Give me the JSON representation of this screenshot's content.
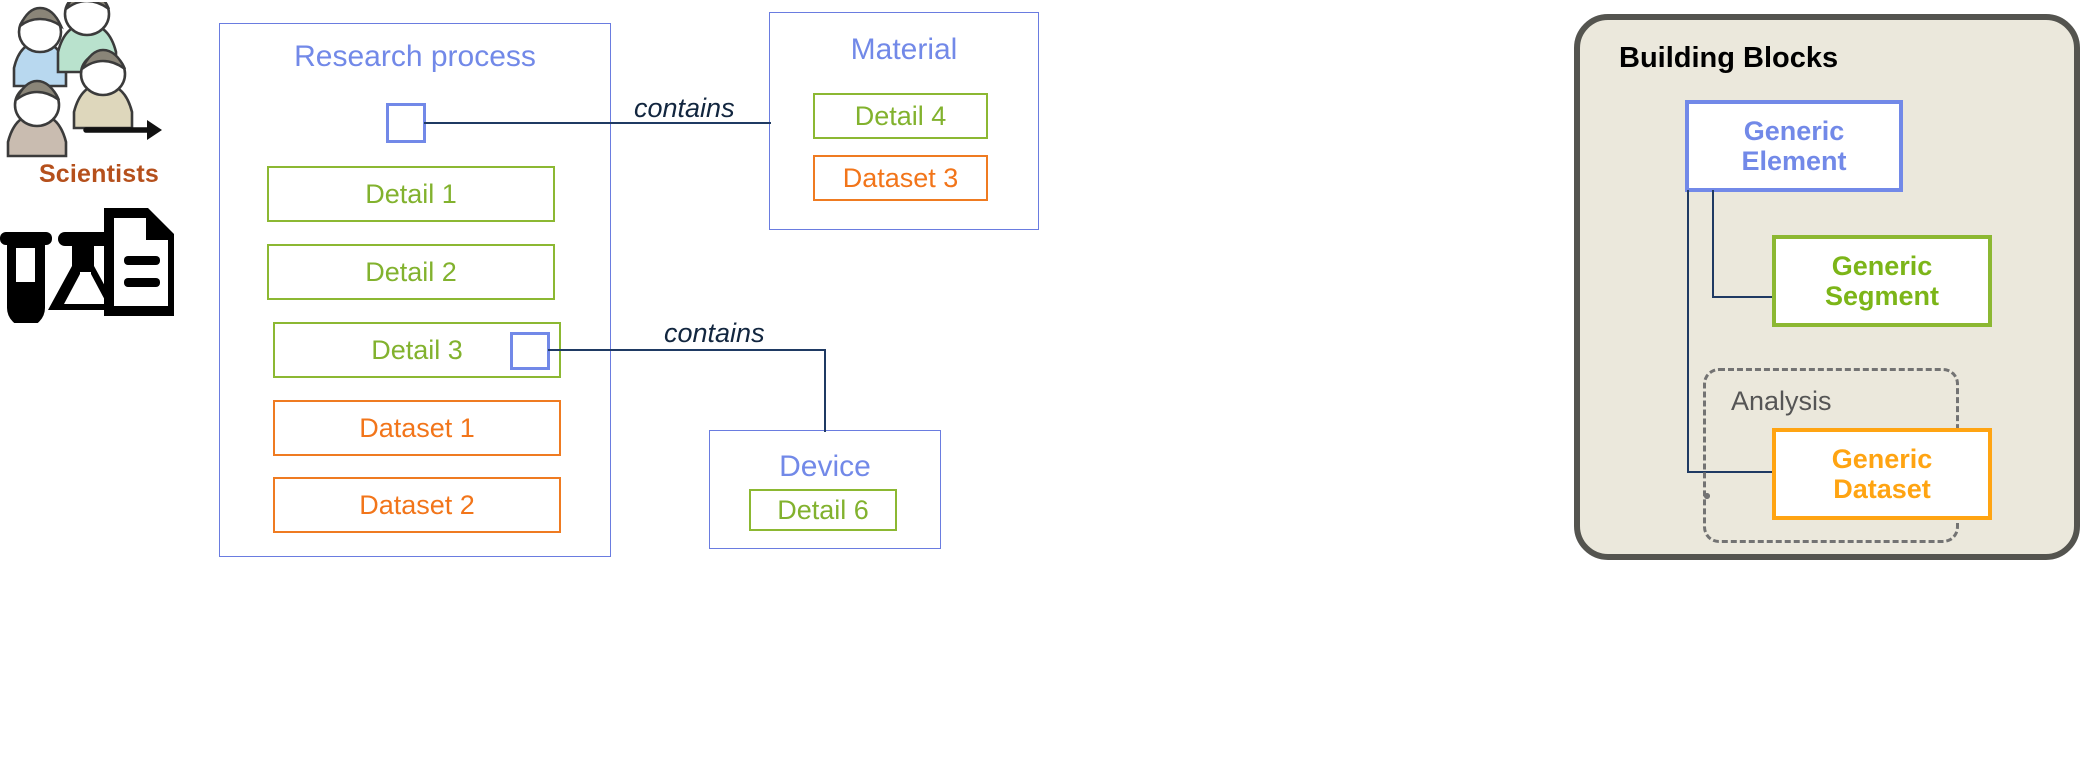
{
  "legend": {
    "scientists_label": "Scientists",
    "people_icon": "group-of-people-icon",
    "lab_icon": "test-tube-flask-document-icon",
    "arrow_icon": "right-arrow-icon"
  },
  "process": {
    "title": "Research process",
    "items": [
      {
        "label": "Detail 1",
        "kind": "detail"
      },
      {
        "label": "Detail 2",
        "kind": "detail"
      },
      {
        "label": "Detail 3",
        "kind": "detail"
      },
      {
        "label": "Dataset 1",
        "kind": "dataset"
      },
      {
        "label": "Dataset 2",
        "kind": "dataset"
      }
    ]
  },
  "entities": [
    {
      "title": "Material",
      "items": [
        {
          "label": "Detail 4",
          "kind": "detail"
        },
        {
          "label": "Dataset 3",
          "kind": "dataset"
        }
      ]
    },
    {
      "title": "Device",
      "items": [
        {
          "label": "Detail 6",
          "kind": "detail"
        }
      ]
    }
  ],
  "relations": [
    {
      "label": "contains",
      "from": "Research process",
      "to": "Material"
    },
    {
      "label": "contains",
      "from": "Detail 3",
      "to": "Device"
    }
  ],
  "building_blocks": {
    "title": "Building Blocks",
    "element": {
      "line1": "Generic",
      "line2": "Element"
    },
    "segment": {
      "line1": "Generic",
      "line2": "Segment"
    },
    "analysis_label": "Analysis",
    "dataset": {
      "line1": "Generic",
      "line2": "Dataset"
    }
  },
  "colors": {
    "blue": "#7289e8",
    "green": "#8cb832",
    "orange": "#ef7b21",
    "navy": "#1f3a63",
    "panel_bg": "#ebe8dc",
    "panel_border": "#54544f",
    "scientists_text": "#b5501c",
    "bb_orange": "#ffa412",
    "bb_green": "#7cb518",
    "dashed_gray": "#737373"
  }
}
